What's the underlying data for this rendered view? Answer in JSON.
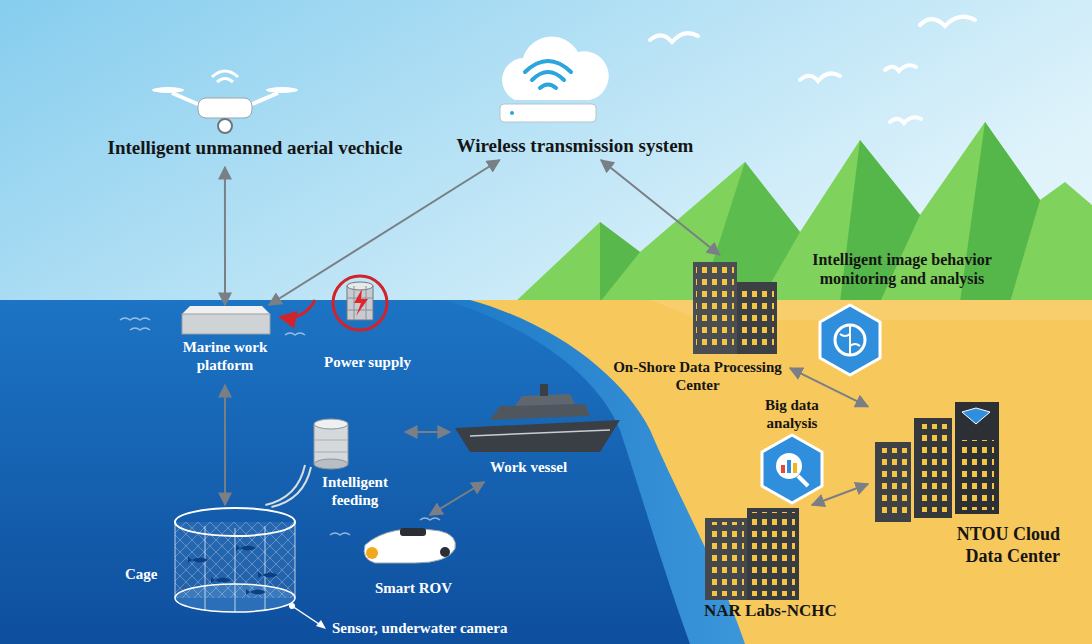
{
  "diagram": {
    "nodes": [
      {
        "text": [
          "Intelligent unmanned aerial vechicle"
        ]
      },
      {
        "text": [
          "Wireless transmission system"
        ]
      },
      {
        "text": [
          "Marine work platform"
        ]
      },
      {
        "text": [
          "Power supply"
        ]
      },
      {
        "text": [
          "Intelligent feeding"
        ]
      },
      {
        "text": [
          "Work vessel"
        ]
      },
      {
        "text": [
          "Cage"
        ]
      },
      {
        "text": [
          "Smart ROV"
        ]
      },
      {
        "text": [
          "On-Shore Data Processing Center"
        ]
      },
      {
        "text": [
          "Intelligent image behavior monitoring and analysis"
        ]
      },
      {
        "text": [
          "Big data analysis"
        ]
      },
      {
        "text": [
          "NTOU Cloud Data Center"
        ]
      },
      {
        "text": [
          "NAR Labs-NCHC"
        ]
      }
    ],
    "edges": [
      {
        "from": 0,
        "to": 2,
        "arrow": "both"
      },
      {
        "from": 1,
        "to": 2,
        "arrow": "both"
      },
      {
        "from": 1,
        "to": 8,
        "arrow": "both"
      },
      {
        "from": 3,
        "to": 2,
        "arrow": "to"
      },
      {
        "from": 2,
        "to": 6,
        "arrow": "both"
      },
      {
        "from": 4,
        "to": 5,
        "arrow": "both"
      },
      {
        "from": 5,
        "to": 7,
        "arrow": "both"
      },
      {
        "from": 4,
        "to": 6,
        "arrow": "none"
      },
      {
        "from": 8,
        "to": 11,
        "arrow": "both"
      },
      {
        "from": 11,
        "to": 12,
        "arrow": "both"
      }
    ],
    "labels": [
      "Sensor, underwater camera"
    ]
  }
}
